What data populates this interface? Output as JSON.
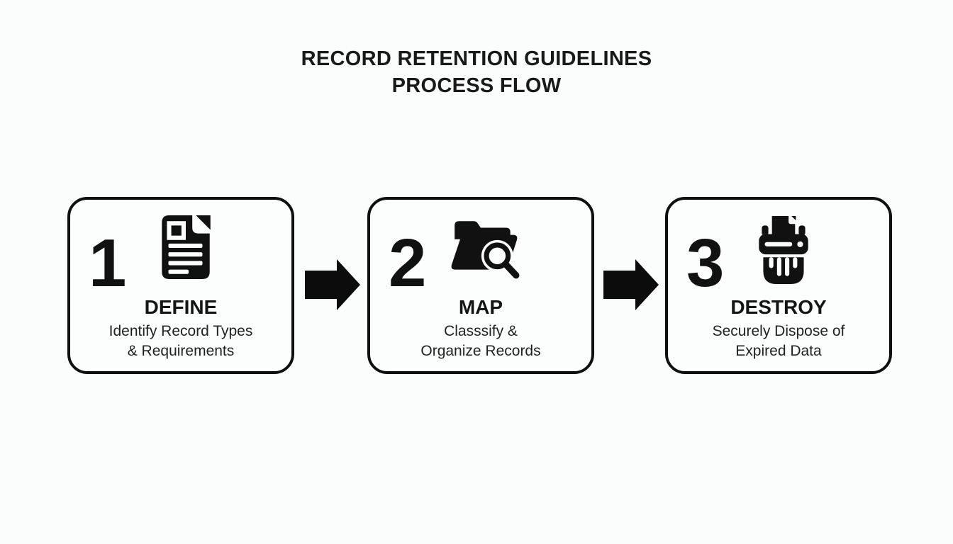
{
  "title": {
    "line1": "RECORD RETENTION GUIDELINES",
    "line2": "PROCESS FLOW"
  },
  "steps": [
    {
      "number": "1",
      "icon": "document-icon",
      "heading": "DEFINE",
      "description_line1": "Identify Record Types",
      "description_line2": "& Requirements"
    },
    {
      "number": "2",
      "icon": "folder-search-icon",
      "heading": "MAP",
      "description_line1": "Classsify &",
      "description_line2": "Organize Records"
    },
    {
      "number": "3",
      "icon": "shredder-icon",
      "heading": "DESTROY",
      "description_line1": "Securely Dispose of",
      "description_line2": "Expired Data"
    }
  ],
  "colors": {
    "background": "#fbfcfc",
    "ink": "#111111",
    "border": "#0f0f0f"
  }
}
